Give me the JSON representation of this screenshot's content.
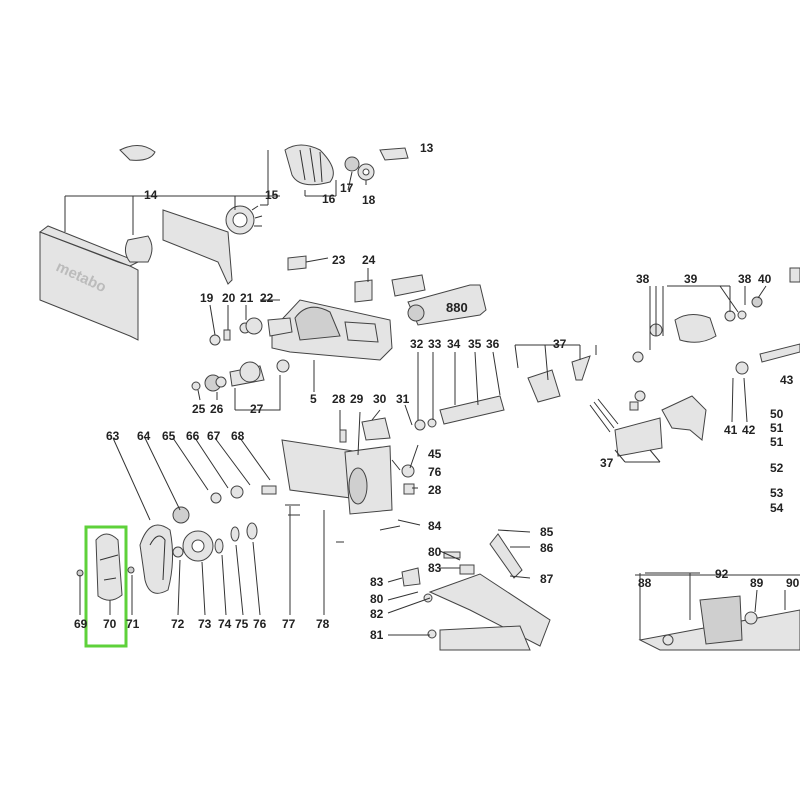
{
  "diagram": {
    "brand_text": "metabo",
    "tube_text": "880",
    "highlight_color": "#5ed13a",
    "labels": {
      "p13": "13",
      "p14": "14",
      "p15": "15",
      "p16": "16",
      "p17": "17",
      "p18": "18",
      "p19": "19",
      "p20": "20",
      "p21": "21",
      "p22": "22",
      "p23": "23",
      "p24": "24",
      "p25": "25",
      "p26": "26",
      "p27": "27",
      "p28a": "28",
      "p28b": "28",
      "p29": "29",
      "p30": "30",
      "p31": "31",
      "p32": "32",
      "p33": "33",
      "p34": "34",
      "p35": "35",
      "p36": "36",
      "p37a": "37",
      "p37b": "37",
      "p38a": "38",
      "p38b": "38",
      "p39": "39",
      "p40": "40",
      "p41": "41",
      "p42": "42",
      "p43": "43",
      "p45": "45",
      "p50": "50",
      "p51a": "51",
      "p51b": "51",
      "p52": "52",
      "p53": "53",
      "p54": "54",
      "p5": "5",
      "p63": "63",
      "p64": "64",
      "p65": "65",
      "p66": "66",
      "p67": "67",
      "p68": "68",
      "p69": "69",
      "p70": "70",
      "p71": "71",
      "p72": "72",
      "p73": "73",
      "p74": "74",
      "p75": "75",
      "p76a": "76",
      "p76b": "76",
      "p77": "77",
      "p78": "78",
      "p80a": "80",
      "p80b": "80",
      "p81": "81",
      "p82": "82",
      "p83a": "83",
      "p83b": "83",
      "p84": "84",
      "p85": "85",
      "p86": "86",
      "p87": "87",
      "p88": "88",
      "p89": "89",
      "p90": "90",
      "p92": "92"
    }
  }
}
